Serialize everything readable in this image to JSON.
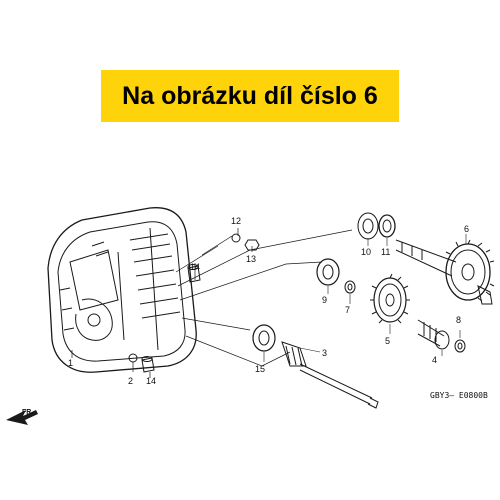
{
  "banner": {
    "text": "Na obrázku díl číslo 6",
    "background": "#fed30a"
  },
  "diagram": {
    "part_numbers": [
      "1",
      "2",
      "3",
      "4",
      "5",
      "6",
      "7",
      "8",
      "9",
      "10",
      "11",
      "12",
      "13",
      "14",
      "14",
      "15"
    ],
    "diagram_code": "GBY3— E0800B",
    "direction_label": "FR."
  }
}
